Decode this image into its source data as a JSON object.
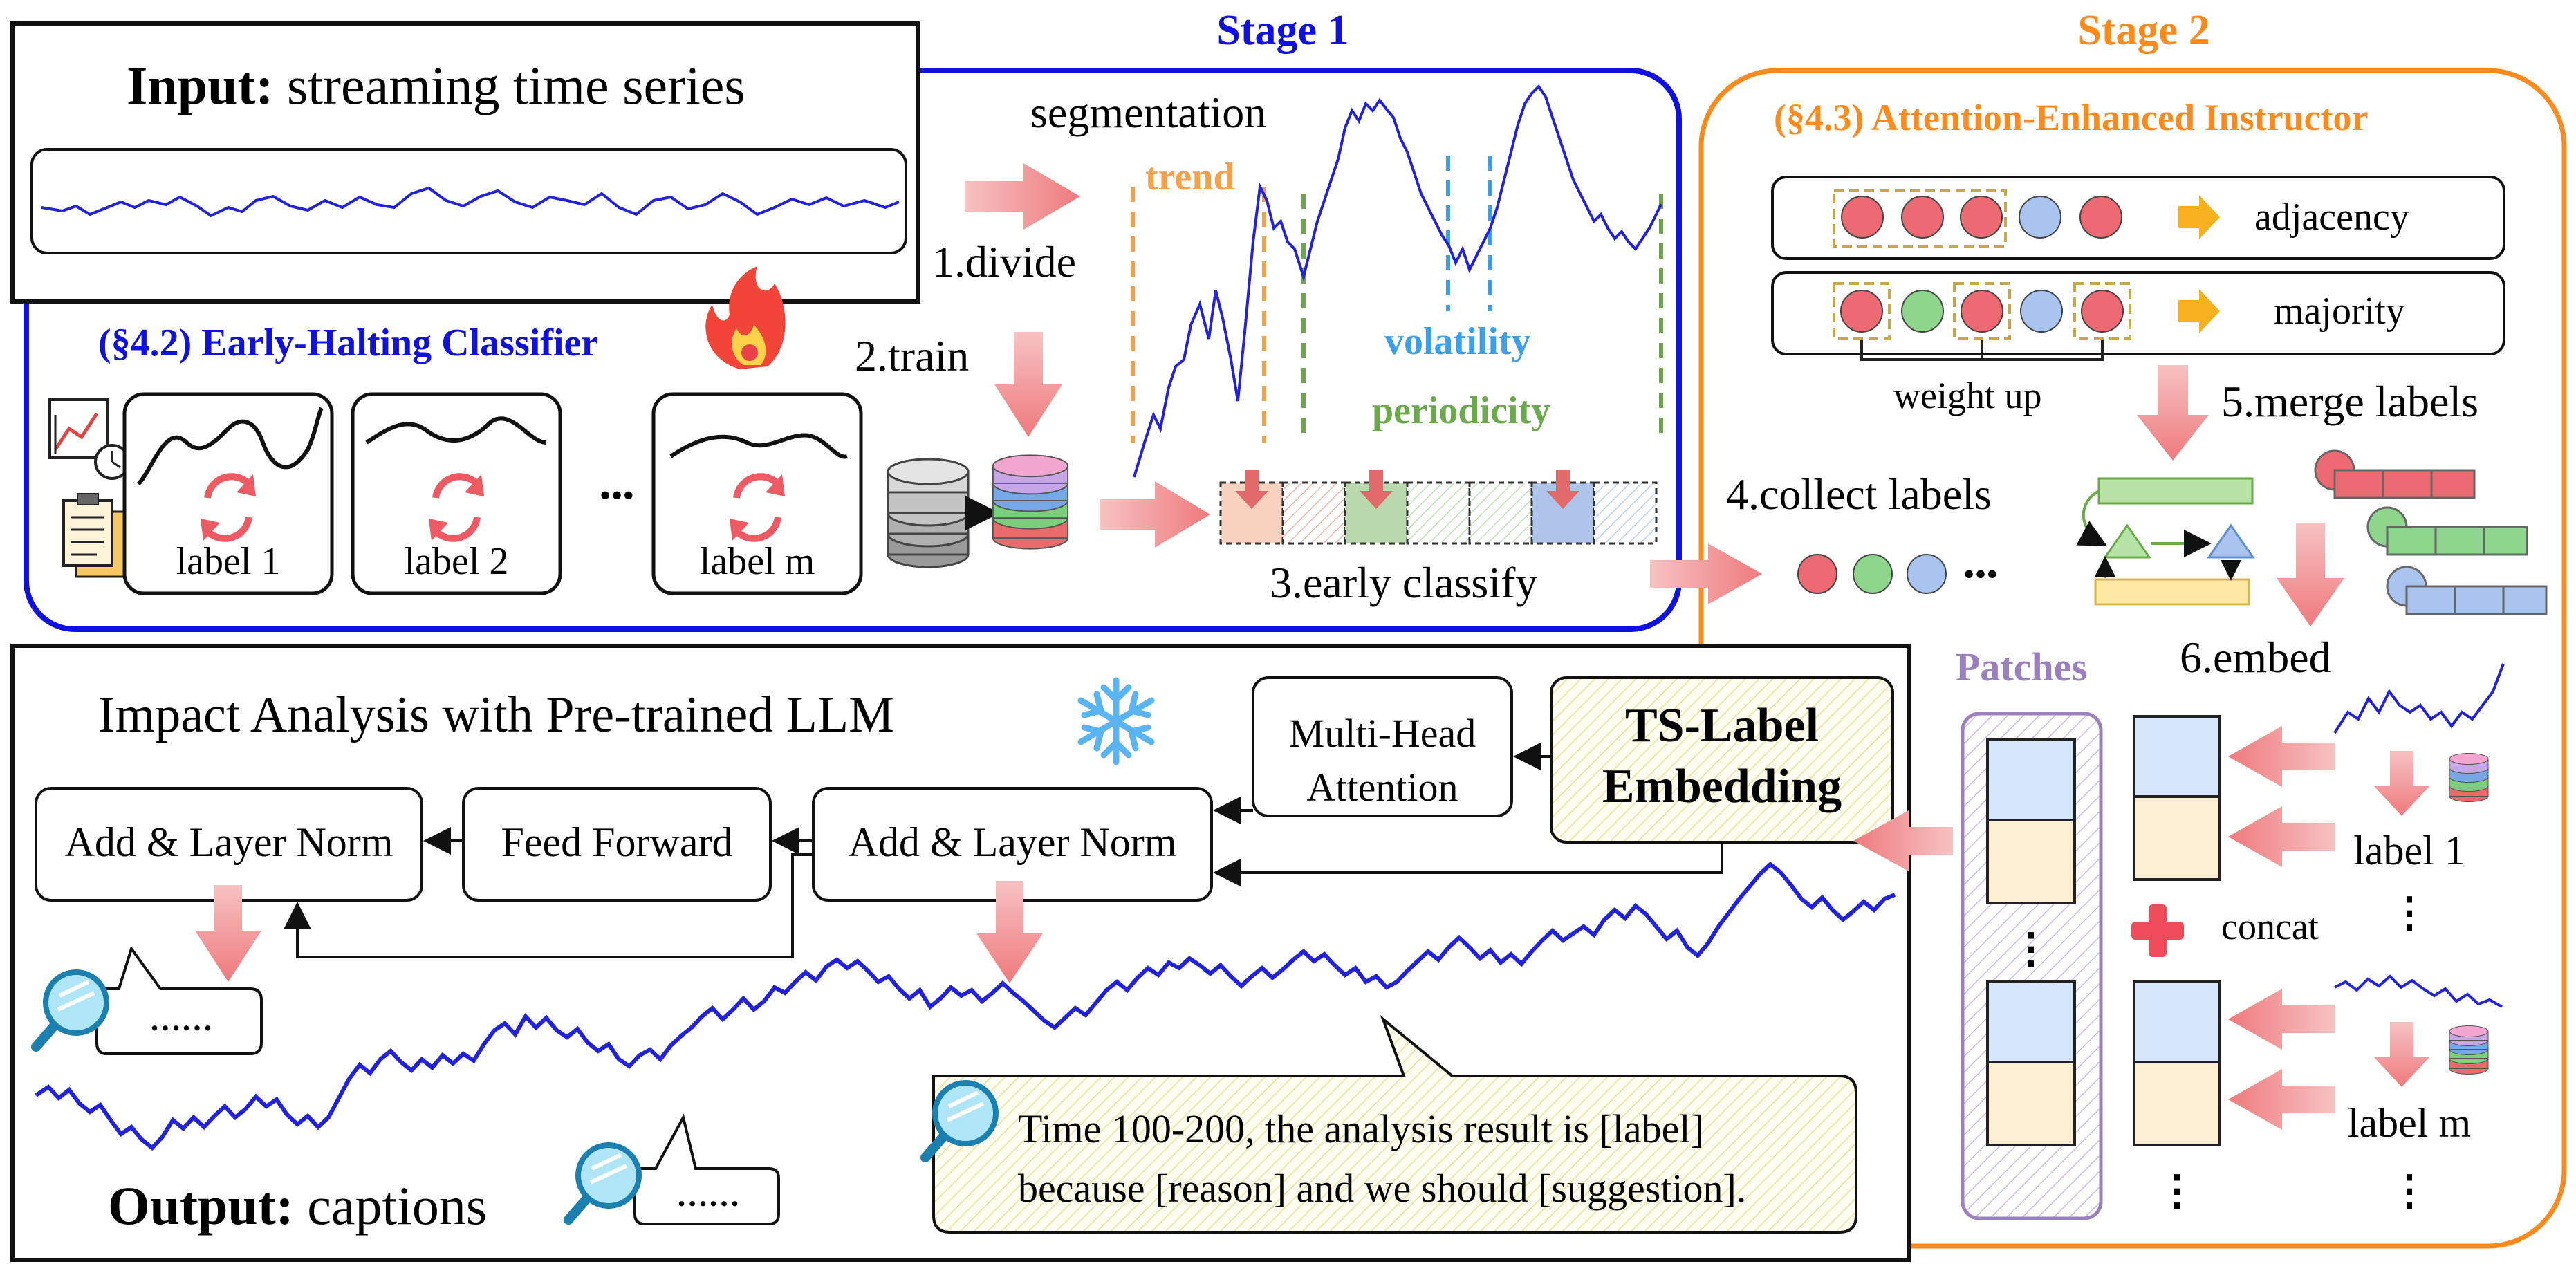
{
  "stage1": {
    "title": "Stage 1",
    "input_label": "Input:",
    "input_text": "streaming time series",
    "segmentation": "segmentation",
    "trend": "trend",
    "volatility": "volatility",
    "periodicity": "periodicity",
    "step_divide": "1.divide",
    "step_train": "2.train",
    "step_early": "3.early classify",
    "classifier_title": "(§4.2) Early-Halting Classifier",
    "label_1": "label 1",
    "label_2": "label 2",
    "label_m": "label m",
    "ellipsis": "•••"
  },
  "stage2": {
    "title": "Stage 2",
    "instructor_title": "(§4.3) Attention-Enhanced Instructor",
    "adjacency": "adjacency",
    "majority": "majority",
    "weight_up": "weight up",
    "step_collect": "4.collect labels",
    "step_merge": "5.merge labels",
    "step_embed": "6.embed",
    "patches": "Patches",
    "concat": "concat",
    "label_1": "label 1",
    "label_m": "label m",
    "vdots": "⋮"
  },
  "llm": {
    "title": "Impact Analysis with Pre-trained LLM",
    "multi_head_1": "Multi-Head",
    "multi_head_2": "Attention",
    "ts_label_1": "TS-Label",
    "ts_label_2": "Embedding",
    "add_norm": "Add & Layer Norm",
    "feed_forward": "Feed Forward",
    "bubble_dots": "……",
    "caption_1": "Time 100-200, the analysis result is [label]",
    "caption_2": "because [reason] and we should [suggestion].",
    "output_label": "Output:",
    "output_text": "captions"
  },
  "colors": {
    "stage1_blue": "#1010e0",
    "stage2_orange": "#ff8a1c",
    "arrow_pink": "#f08a8a",
    "trend_orange": "#f4a14a",
    "volatility_blue": "#3aa0ee",
    "periodicity_green": "#6aaa4a",
    "patch_purple": "#9b7fc0",
    "red_ball": "#ee6a72",
    "green_ball": "#8ed68b",
    "blue_ball": "#a9c4ef"
  }
}
